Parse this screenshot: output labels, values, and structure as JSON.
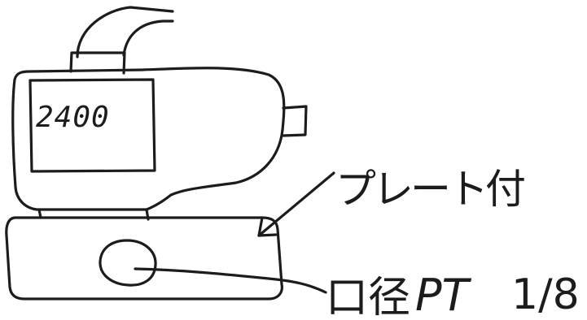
{
  "figure": {
    "display_reading": "2400",
    "callout_plate": "プレート付",
    "callout_port_prefix": "口径",
    "callout_port_thread": "PT",
    "callout_port_fraction": "1/8"
  }
}
